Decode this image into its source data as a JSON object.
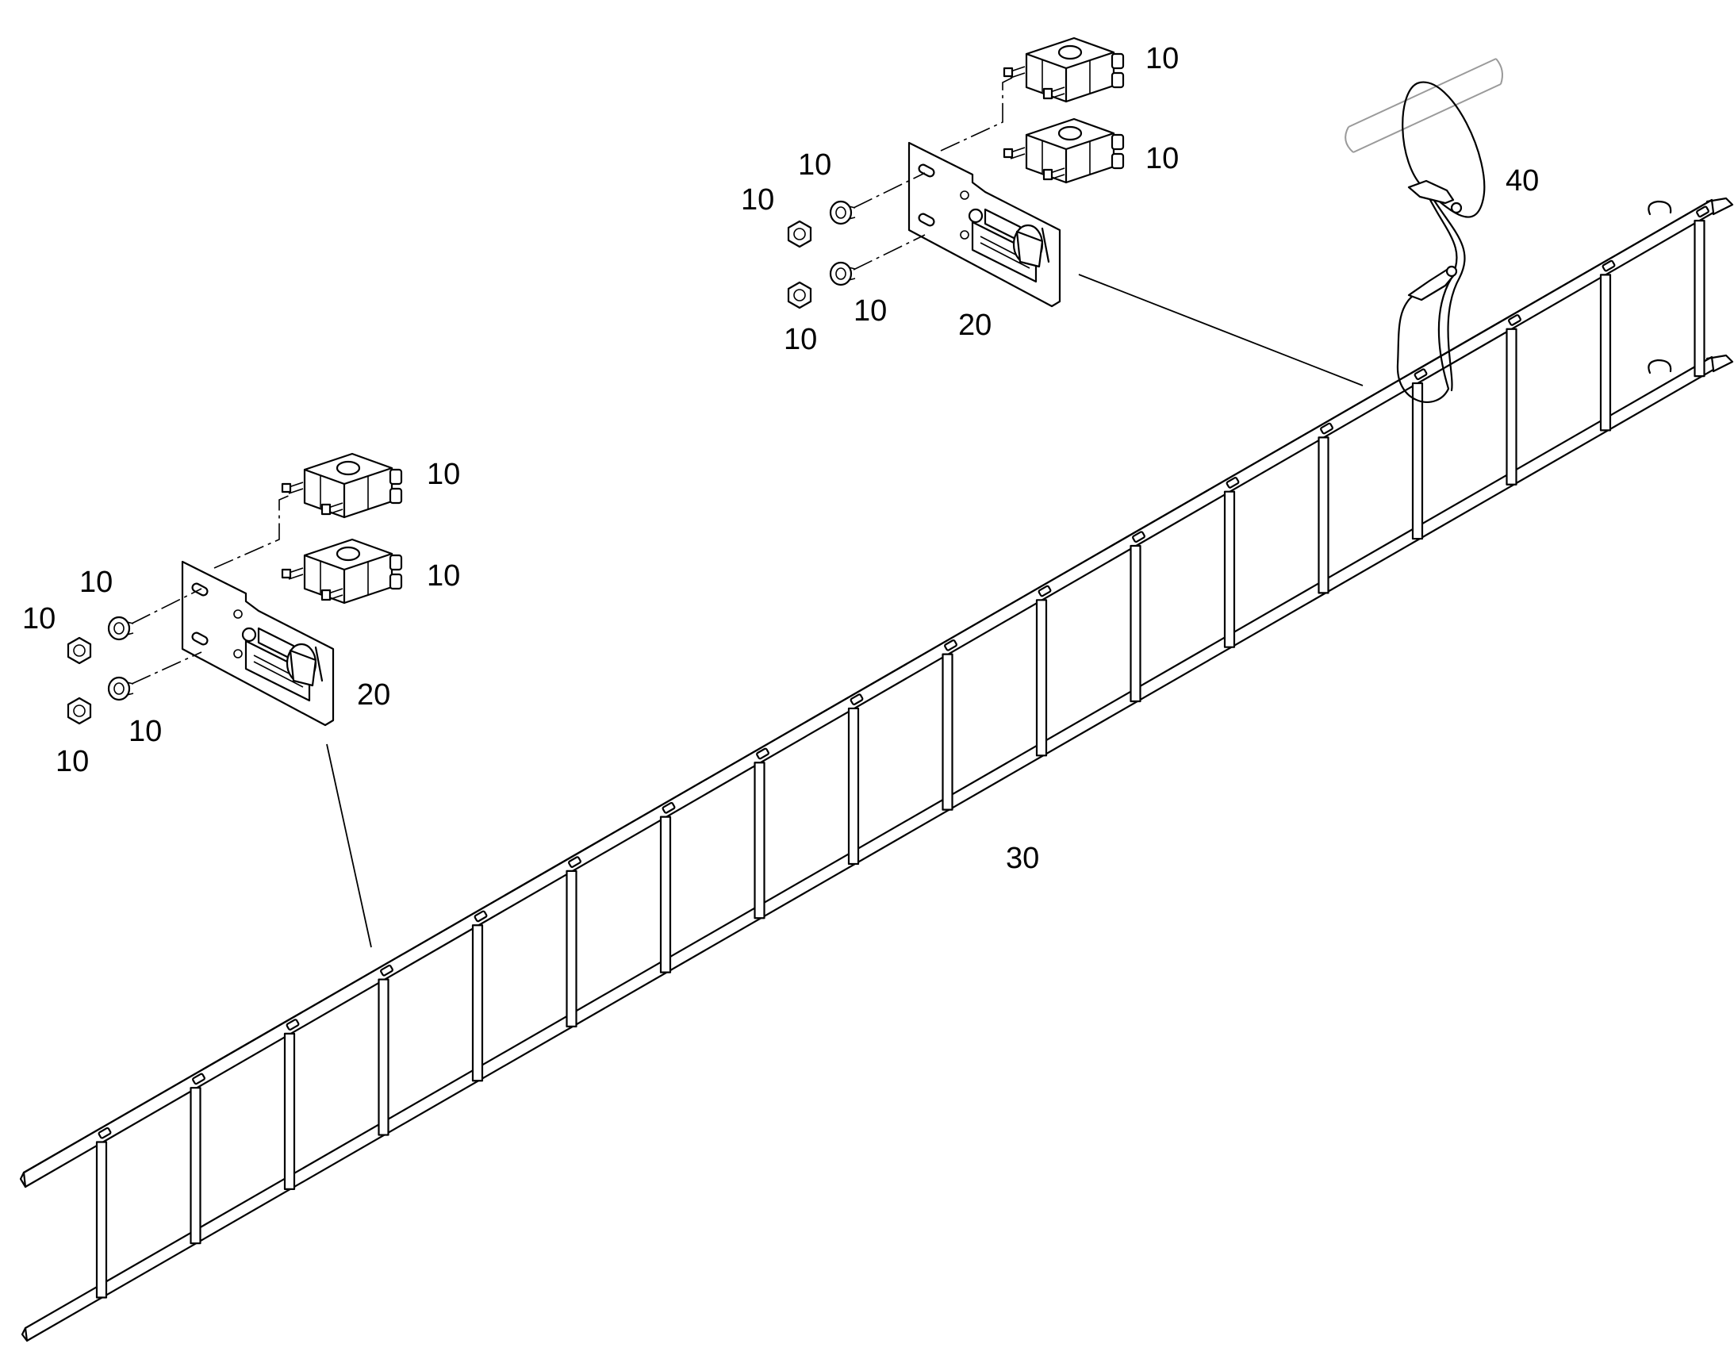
{
  "callouts": {
    "c10_a": "10",
    "c10_b": "10",
    "c10_c": "10",
    "c10_d": "10",
    "c10_e": "10",
    "c10_f": "10",
    "c20_upper": "20",
    "c10_g": "10",
    "c10_h": "10",
    "c10_i": "10",
    "c10_j": "10",
    "c10_k": "10",
    "c10_l": "10",
    "c20_lower": "20",
    "c30": "30",
    "c40": "40"
  }
}
